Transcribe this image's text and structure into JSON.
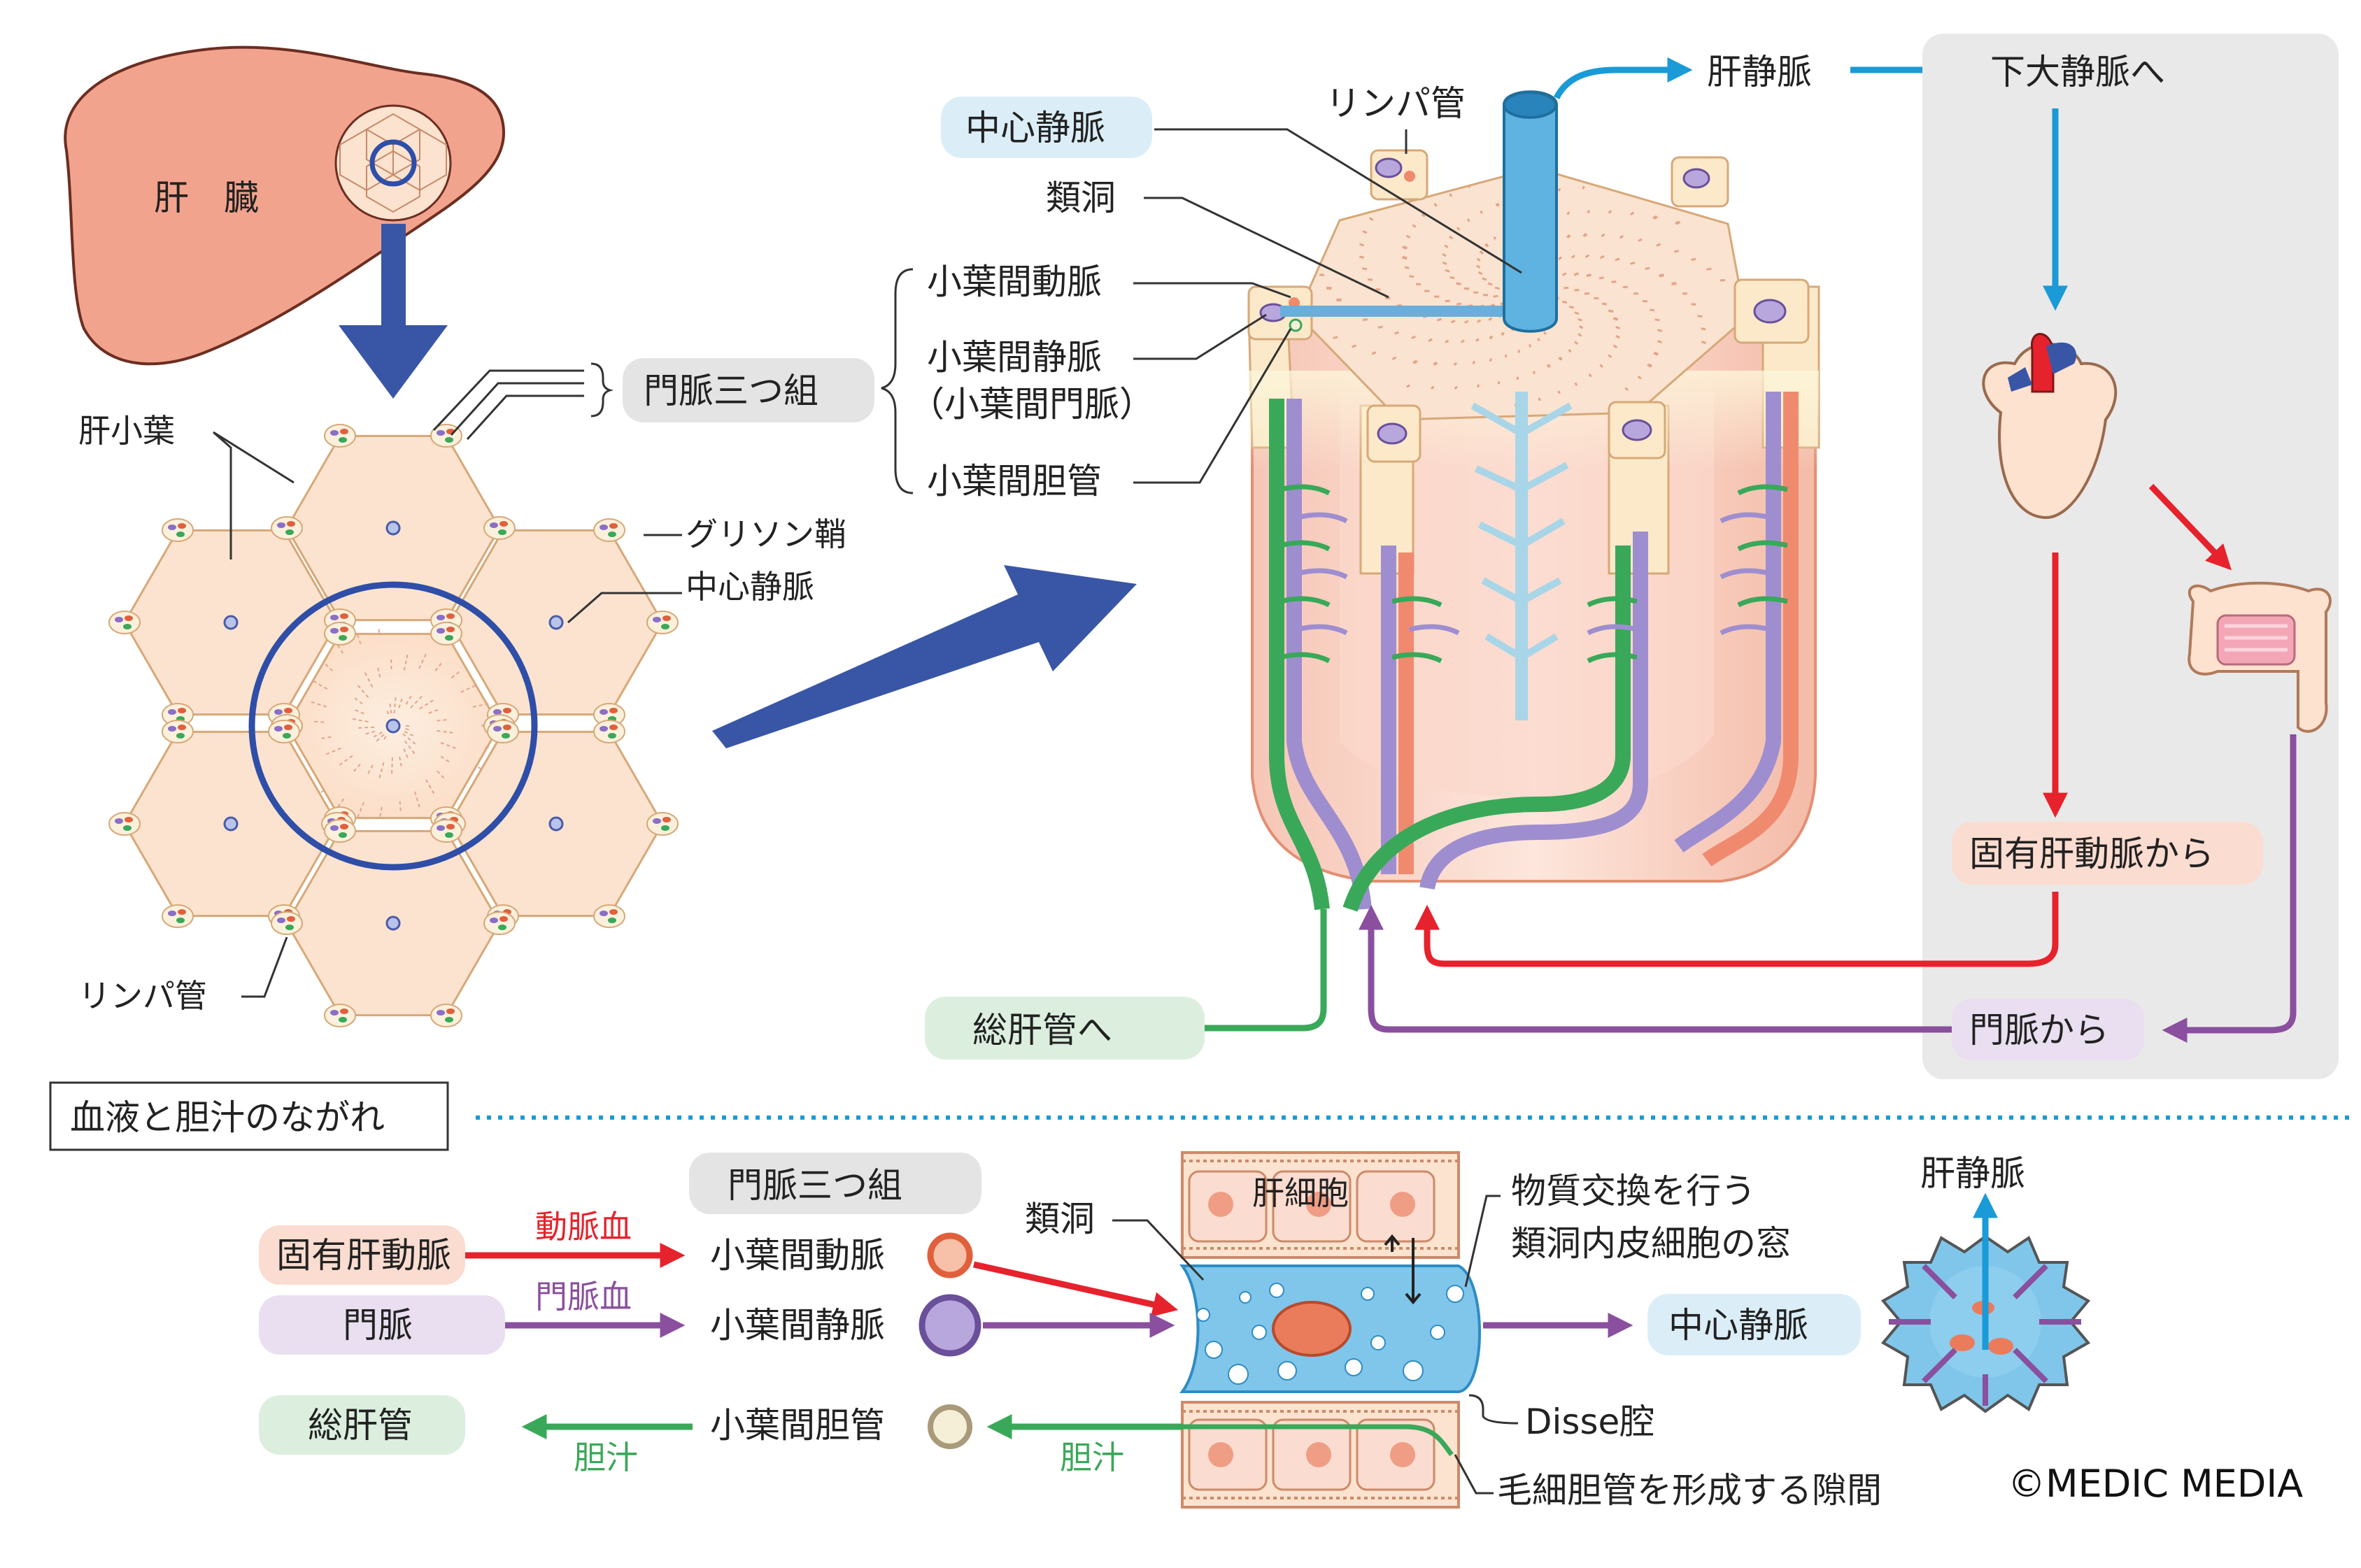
{
  "labels": {
    "liver": "肝　臓",
    "lobule": "肝小葉",
    "portal_triad": "門脈三つ組",
    "glisson": "グリソン鞘",
    "central_vein": "中心静脈",
    "lymph": "リンパ管",
    "lymph_top": "リンパ管",
    "central_vein_pill": "中心静脈",
    "sinusoid": "類洞",
    "interlobular_artery": "小葉間動脈",
    "interlobular_vein": "小葉間静脈",
    "interlobular_vein_alt": "（小葉間門脈）",
    "interlobular_bile": "小葉間胆管",
    "hepatic_vein": "肝静脈",
    "ivc": "下大静脈へ",
    "proper_hepatic_artery": "固有肝動脈から",
    "from_portal": "門脈から",
    "to_common_hepatic_duct": "総肝管へ"
  },
  "flow": {
    "title": "血液と胆汁のながれ",
    "triad": "門脈三つ組",
    "sinusoid": "類洞",
    "hepatocyte": "肝細胞",
    "window_line1": "物質交換を行う",
    "window_line2": "類洞内皮細胞の窓",
    "hepatic_vein": "肝静脈",
    "central_vein": "中心静脈",
    "disse": "Disse腔",
    "bile_canaliculi": "毛細胆管を形成する隙間",
    "artery_source": "固有肝動脈",
    "portal_source": "門脈",
    "duct_target": "総肝管",
    "arterial_blood": "動脈血",
    "portal_blood": "門脈血",
    "bile1": "胆汁",
    "bile2": "胆汁",
    "artery": "小葉間動脈",
    "vein": "小葉間静脈",
    "bile_duct": "小葉間胆管"
  },
  "copyright": "©MEDIC MEDIA",
  "colors": {
    "liver_fill": "#f2a38e",
    "lobule_fill": "#fbe3cf",
    "big_arrow": "#3956a6",
    "vein_blue": "#1a9ad6",
    "artery_red": "#e6222c",
    "portal_purple": "#8a4f9e",
    "bile_green": "#3aa859",
    "grey_panel": "#e9e9e9",
    "pill_grey": "#e4e4e4",
    "pill_blue": "#dbeef8",
    "pill_pink": "#fbdcd0",
    "pill_purple": "#e9dff0",
    "pill_green": "#dcefdf"
  }
}
